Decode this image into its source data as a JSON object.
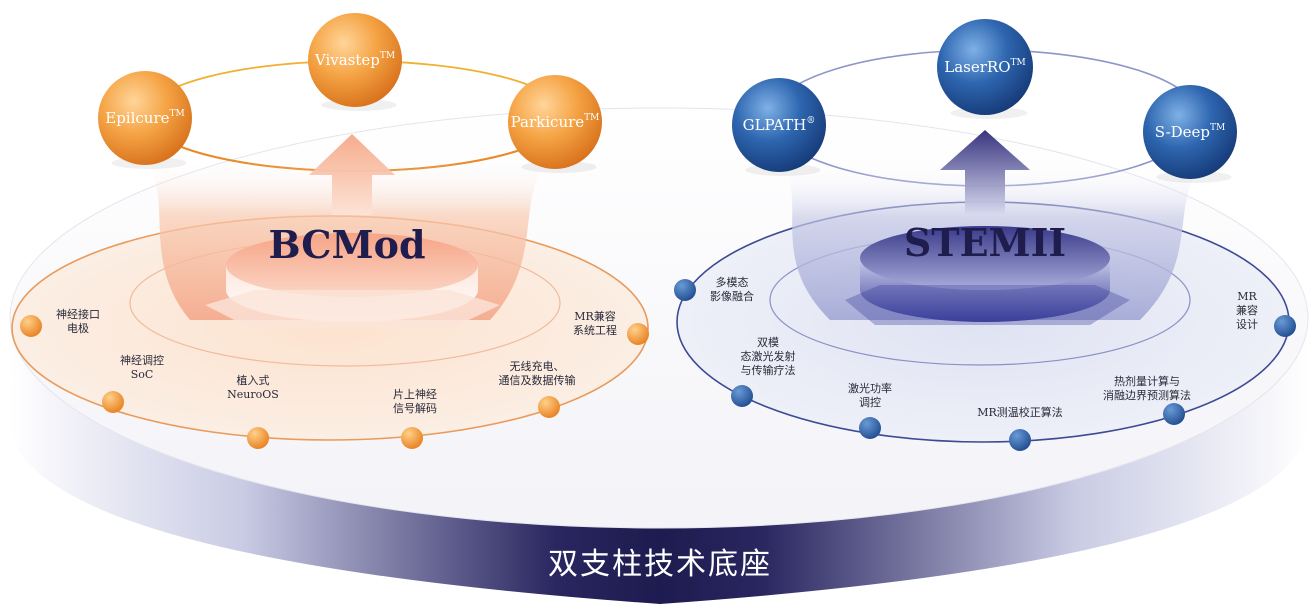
{
  "base": {
    "title": "双支柱技术底座"
  },
  "left": {
    "title": "BCMod",
    "products": [
      {
        "name": "Epilcure",
        "mark": "TM"
      },
      {
        "name": "Vivastep",
        "mark": "TM"
      },
      {
        "name": "Parkicure",
        "mark": "TM"
      }
    ],
    "features": [
      {
        "lines": [
          "神经接口",
          "电极"
        ]
      },
      {
        "lines": [
          "神经调控",
          "SoC"
        ]
      },
      {
        "lines": [
          "植入式",
          "NeuroOS"
        ]
      },
      {
        "lines": [
          "片上神经",
          "信号解码"
        ]
      },
      {
        "lines": [
          "无线充电、",
          "通信及数据传输"
        ]
      },
      {
        "lines": [
          "MR兼容",
          "系统工程"
        ]
      }
    ]
  },
  "right": {
    "title": "STEMII",
    "products": [
      {
        "name": "GLPATH",
        "mark": "®"
      },
      {
        "name": "LaserRO",
        "mark": "TM"
      },
      {
        "name": "S-Deep",
        "mark": "TM"
      }
    ],
    "features": [
      {
        "lines": [
          "多模态",
          "影像融合"
        ]
      },
      {
        "lines": [
          "双模",
          "态激光发射",
          "与传输疗法"
        ]
      },
      {
        "lines": [
          "激光功率",
          "调控"
        ]
      },
      {
        "lines": [
          "MR测温校正算法"
        ]
      },
      {
        "lines": [
          "热剂量计算与",
          "消融边界预测算法"
        ]
      },
      {
        "lines": [
          "MR",
          "兼容",
          "设计"
        ]
      }
    ]
  },
  "colors": {
    "orange": "#f39a3a",
    "orange_dark": "#e07a1e",
    "blue": "#2c5fa8",
    "blue_dark": "#1b3f7e",
    "navy": "#1d1b4f"
  }
}
